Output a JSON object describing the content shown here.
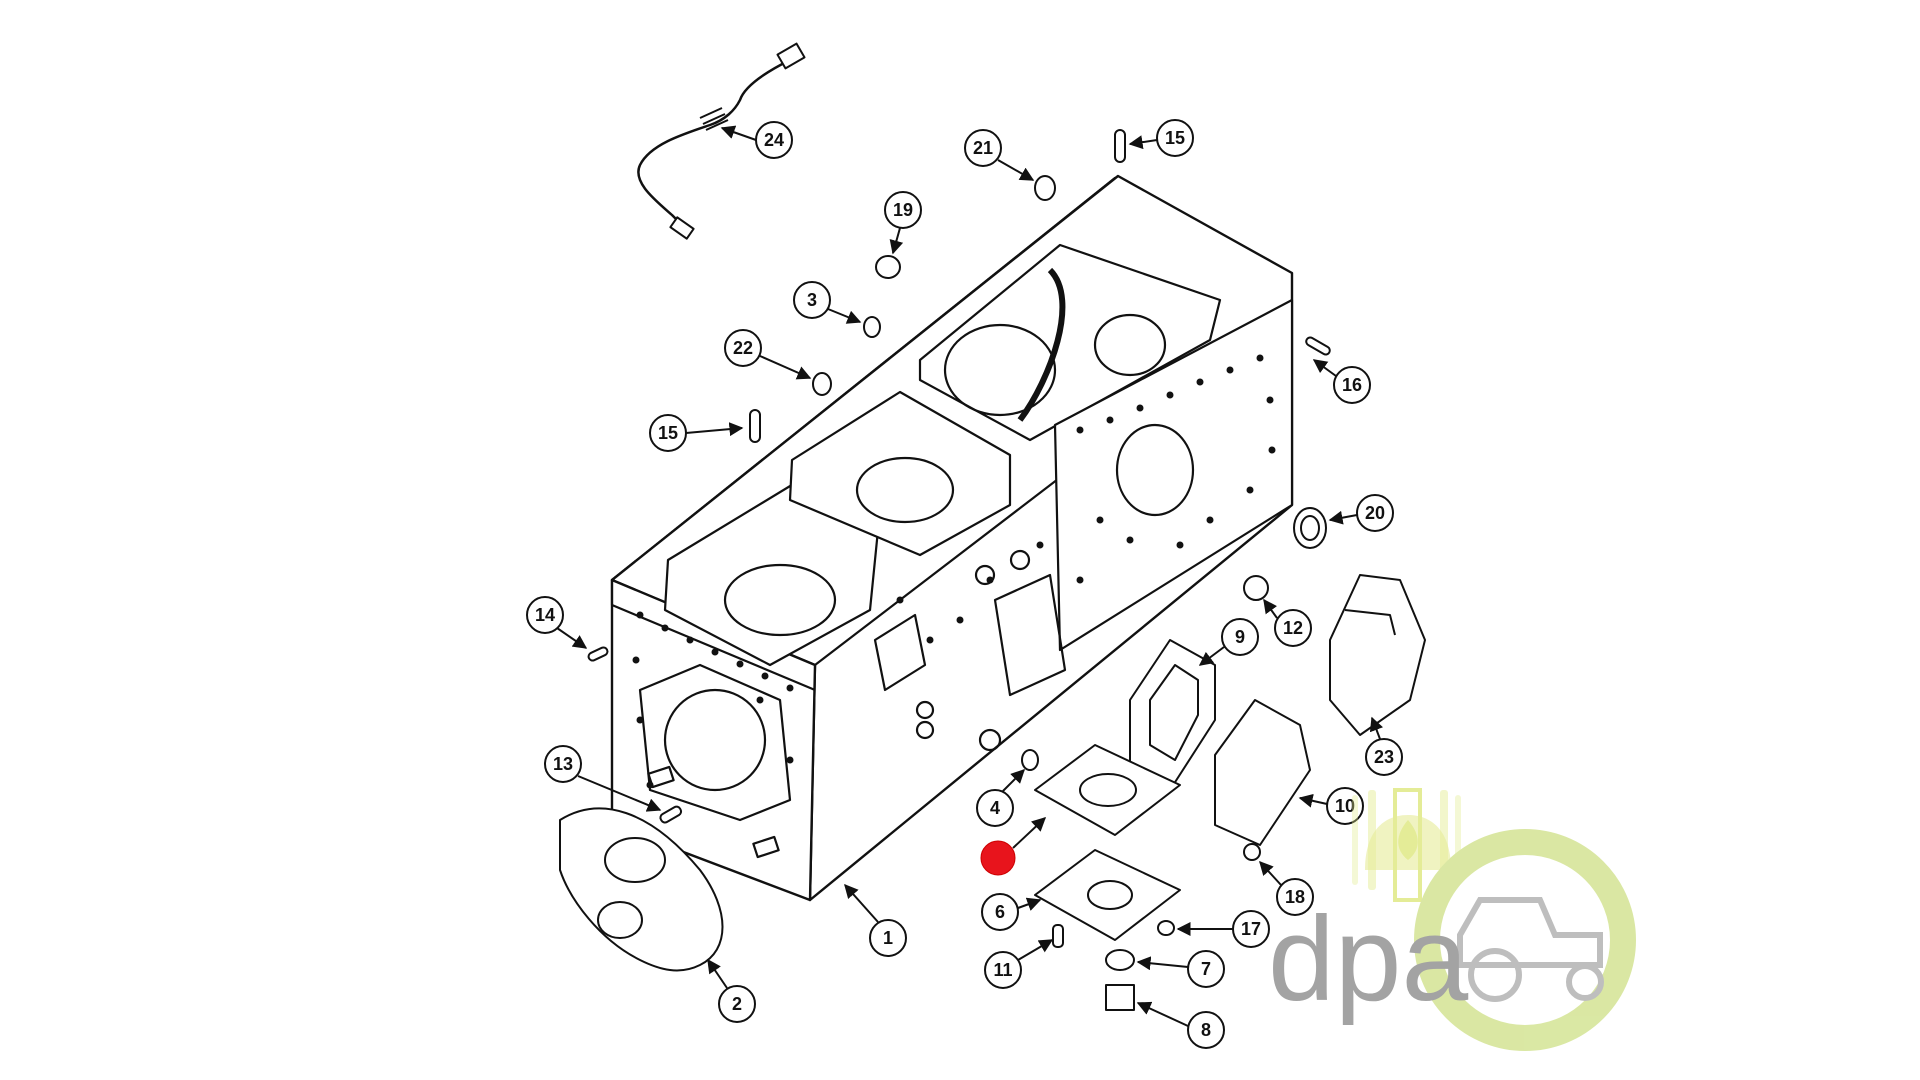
{
  "diagram": {
    "callouts": [
      "24",
      "21",
      "15",
      "19",
      "3",
      "22",
      "15",
      "16",
      "20",
      "12",
      "9",
      "23",
      "14",
      "13",
      "4",
      "10",
      "18",
      "6",
      "17",
      "11",
      "7",
      "8",
      "1",
      "2"
    ],
    "highlighted_part_marker": {
      "color": "#e8141c",
      "label": ""
    }
  },
  "watermark": {
    "text": "dpa",
    "accent_color": "#d6e59a",
    "wheat_color": "#e2ea8c",
    "text_color": "#9a9a9a"
  }
}
